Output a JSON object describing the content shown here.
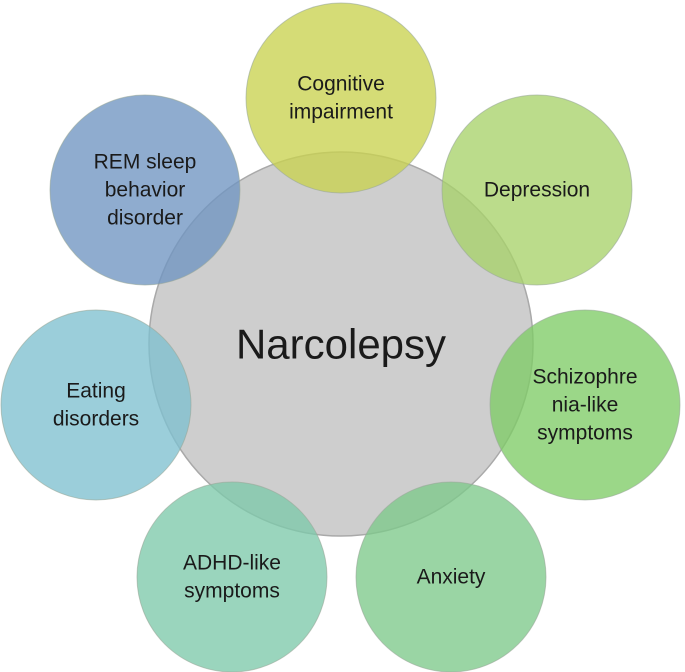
{
  "center": {
    "label": "Narcolepsy",
    "color": "#bdbdbd"
  },
  "satellites": [
    {
      "id": "cognitive",
      "lines": [
        "Cognitive",
        "impairment"
      ],
      "color": "#c9d24f"
    },
    {
      "id": "depression",
      "lines": [
        "Depression"
      ],
      "color": "#a8d26a"
    },
    {
      "id": "schizophrenia",
      "lines": [
        "Schizophre",
        "nia-like",
        "symptoms"
      ],
      "color": "#7fcc67"
    },
    {
      "id": "anxiety",
      "lines": [
        "Anxiety"
      ],
      "color": "#7ec98a"
    },
    {
      "id": "adhd",
      "lines": [
        "ADHD-like",
        "symptoms"
      ],
      "color": "#7dc9aa"
    },
    {
      "id": "eating",
      "lines": [
        "Eating",
        "disorders"
      ],
      "color": "#7fc0cf"
    },
    {
      "id": "rem",
      "lines": [
        "REM sleep",
        "behavior",
        "disorder"
      ],
      "color": "#6f95c2"
    }
  ]
}
